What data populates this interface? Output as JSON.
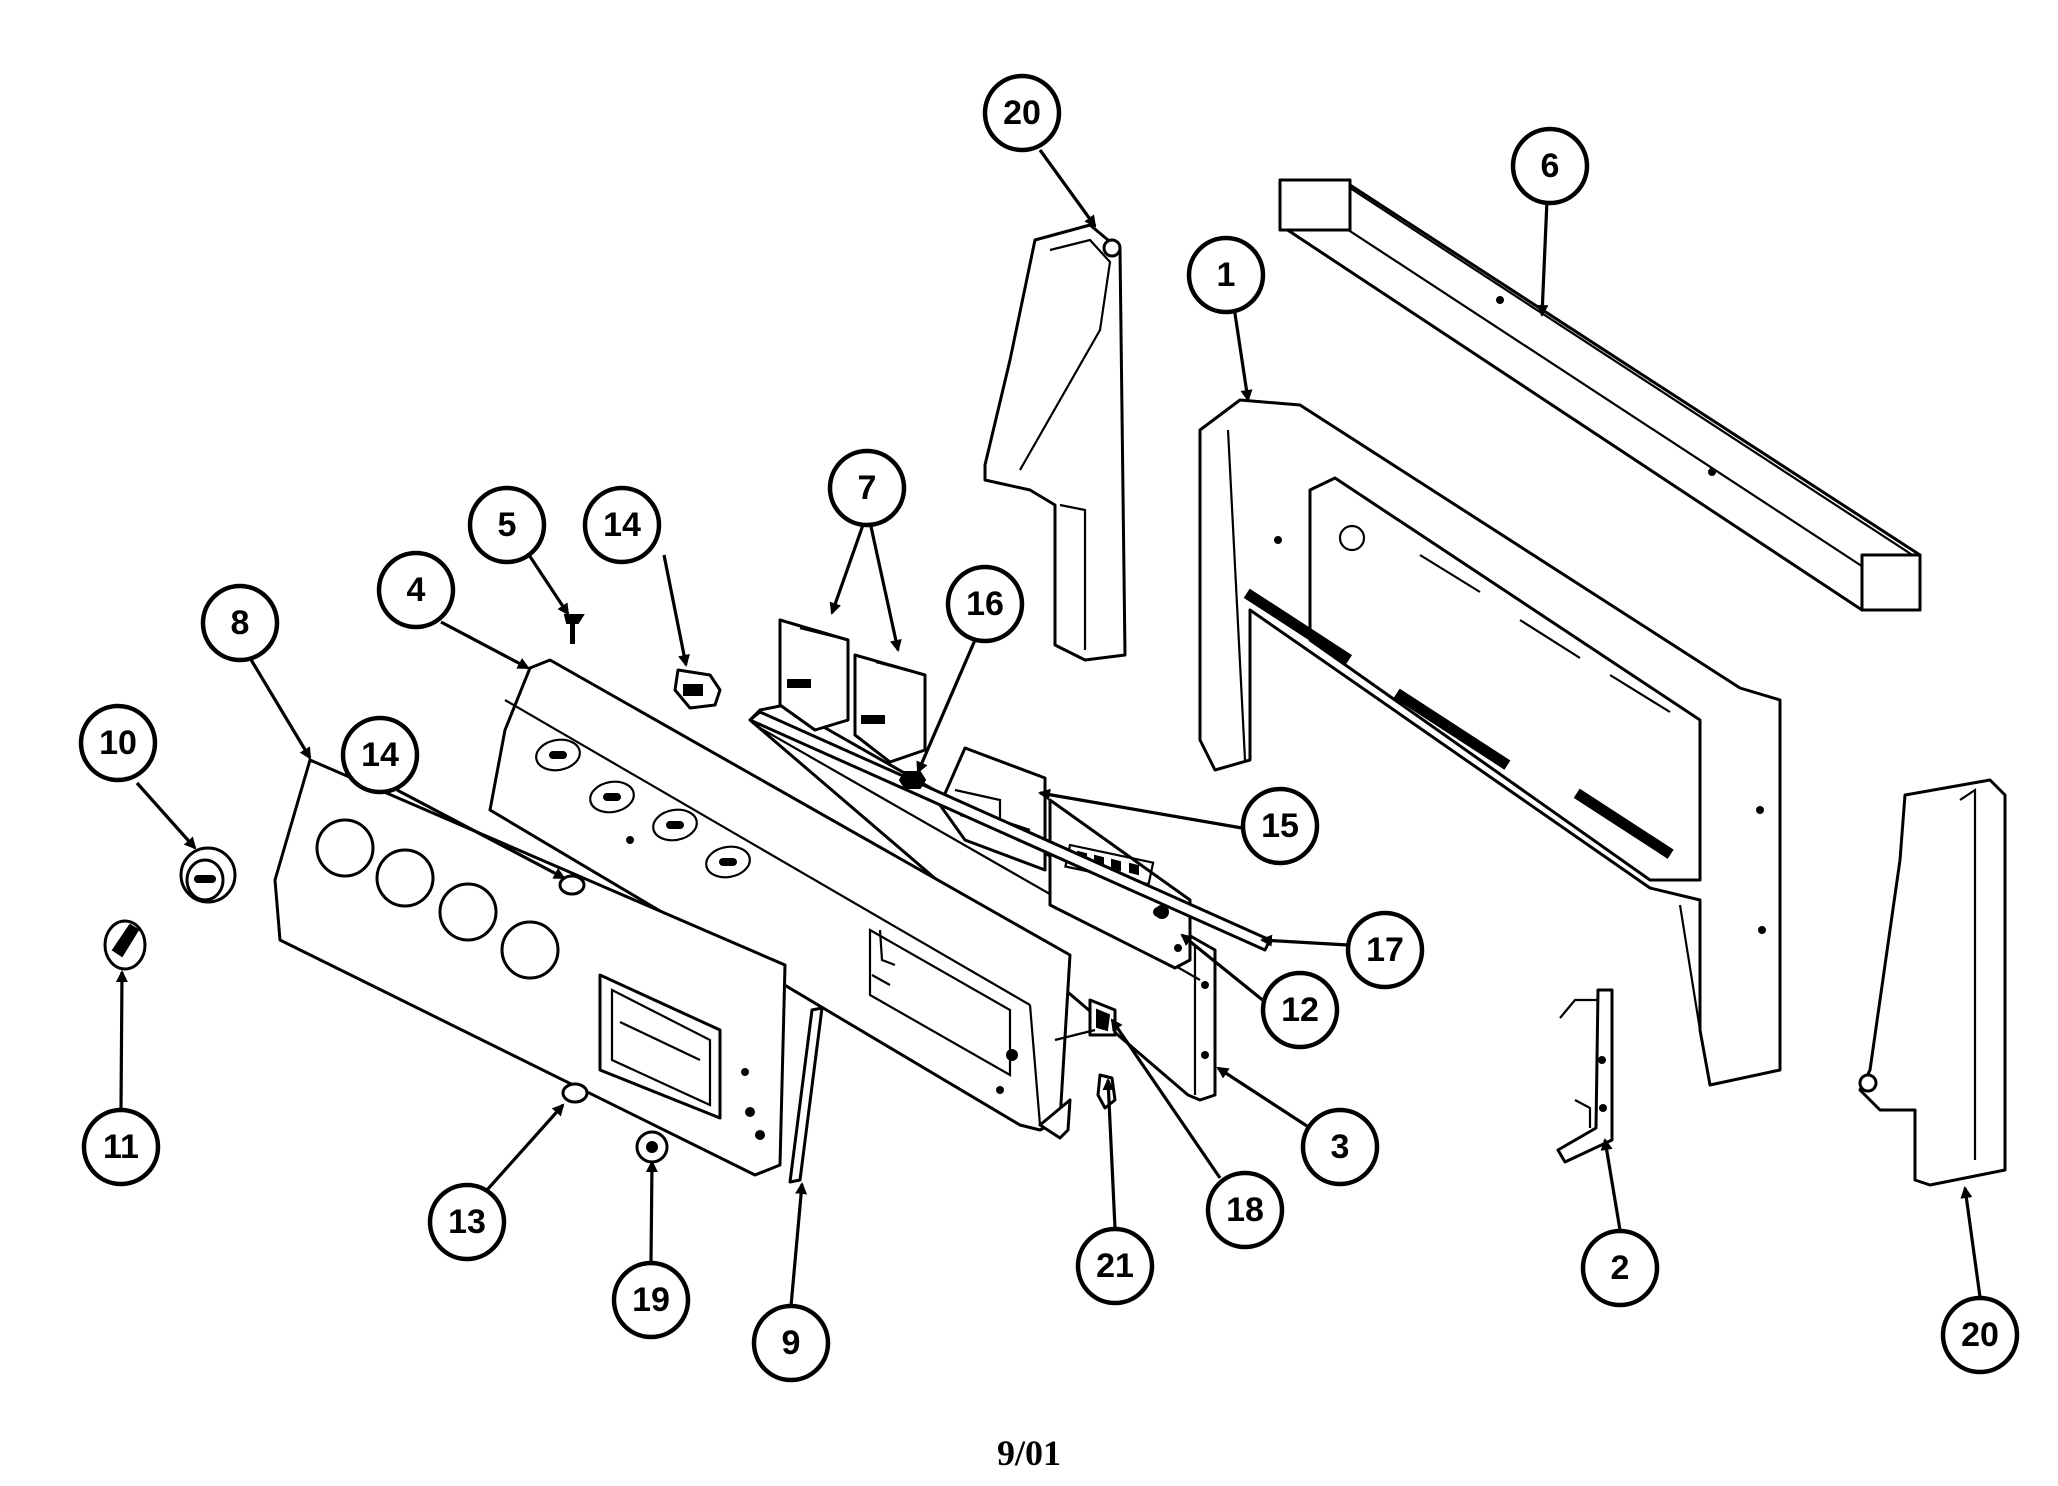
{
  "footer_date": "9/01",
  "callouts": [
    {
      "label": "20"
    },
    {
      "label": "6"
    },
    {
      "label": "1"
    },
    {
      "label": "7"
    },
    {
      "label": "16"
    },
    {
      "label": "5"
    },
    {
      "label": "14"
    },
    {
      "label": "4"
    },
    {
      "label": "8"
    },
    {
      "label": "14"
    },
    {
      "label": "10"
    },
    {
      "label": "15"
    },
    {
      "label": "17"
    },
    {
      "label": "12"
    },
    {
      "label": "3"
    },
    {
      "label": "18"
    },
    {
      "label": "21"
    },
    {
      "label": "9"
    },
    {
      "label": "19"
    },
    {
      "label": "13"
    },
    {
      "label": "11"
    },
    {
      "label": "2"
    },
    {
      "label": "20"
    }
  ]
}
